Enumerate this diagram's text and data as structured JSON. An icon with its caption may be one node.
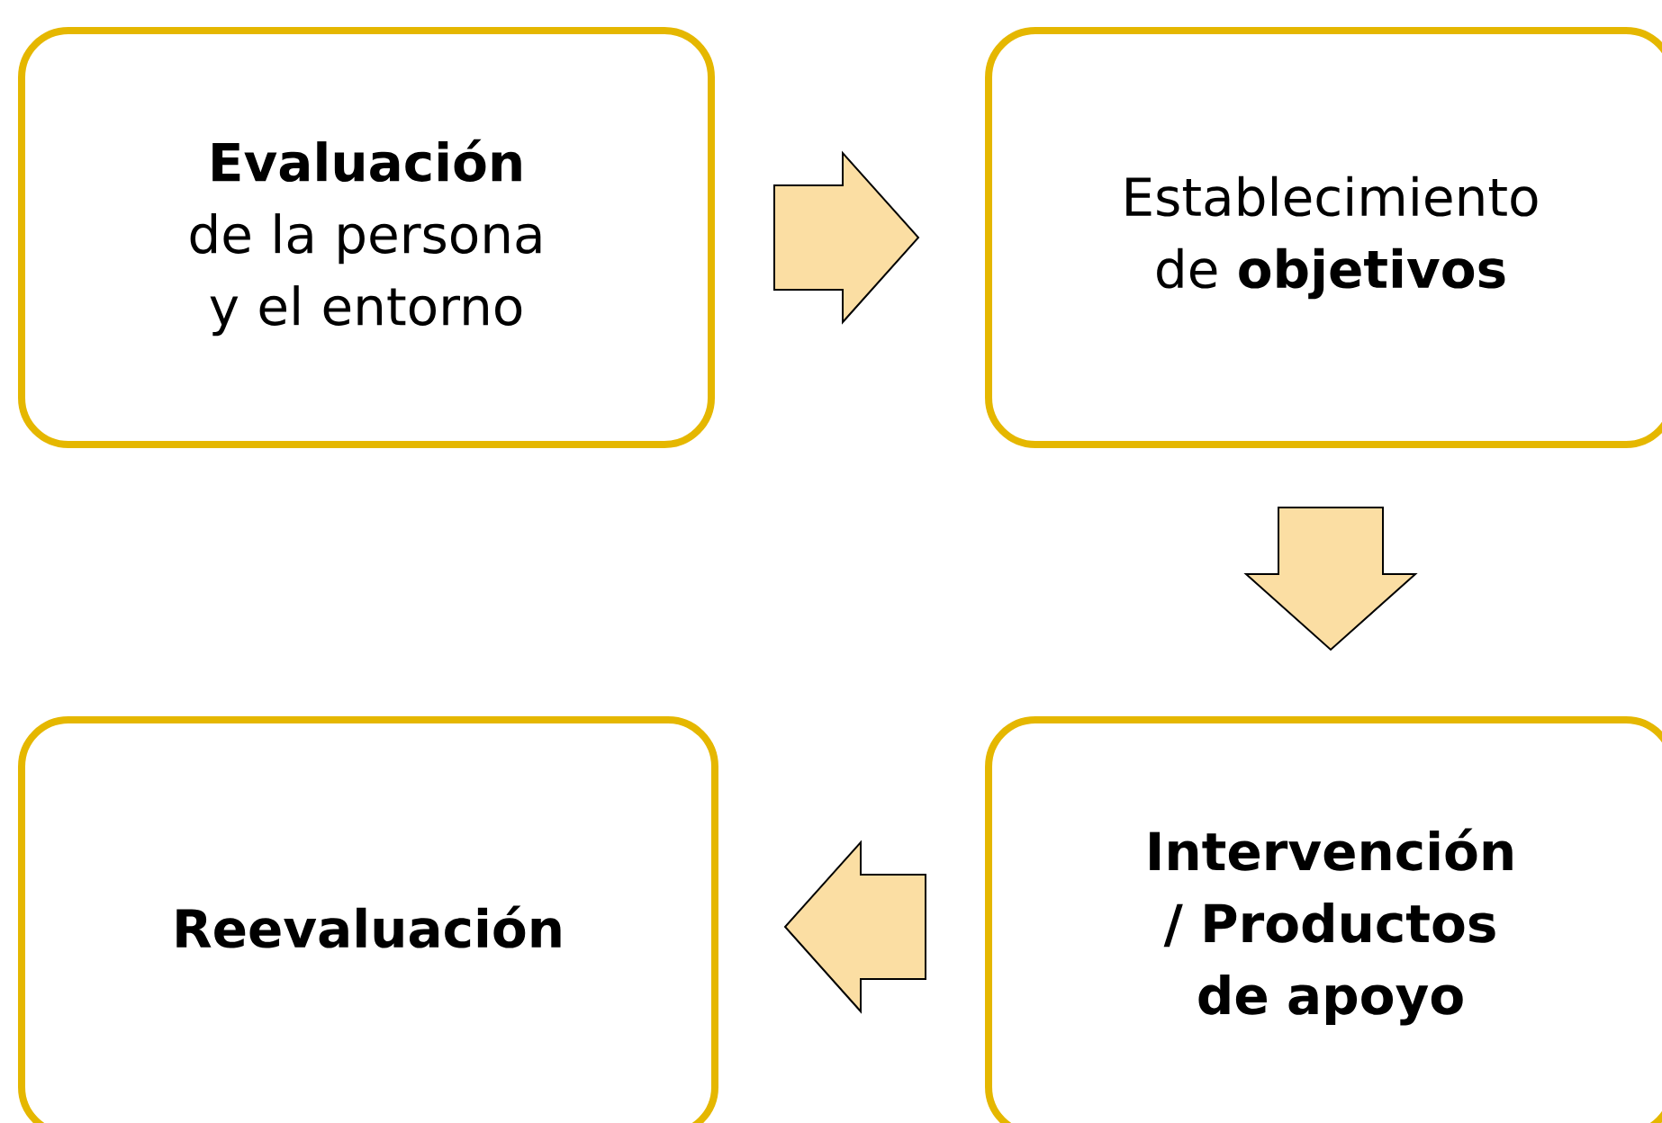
{
  "diagram": {
    "nodes": [
      {
        "text": [
          "**Evaluación** de la persona y el entorno"
        ]
      },
      {
        "text": [
          "Establecimiento de **objetivos**"
        ]
      },
      {
        "text": [
          "Reevaluación"
        ]
      },
      {
        "text": [
          "Intervención / Productos de apoyo"
        ]
      }
    ],
    "edges": [
      {
        "from": 0,
        "to": 1,
        "arrow": "to"
      },
      {
        "from": 1,
        "to": 3,
        "arrow": "to"
      },
      {
        "from": 3,
        "to": 2,
        "arrow": "to"
      }
    ]
  }
}
